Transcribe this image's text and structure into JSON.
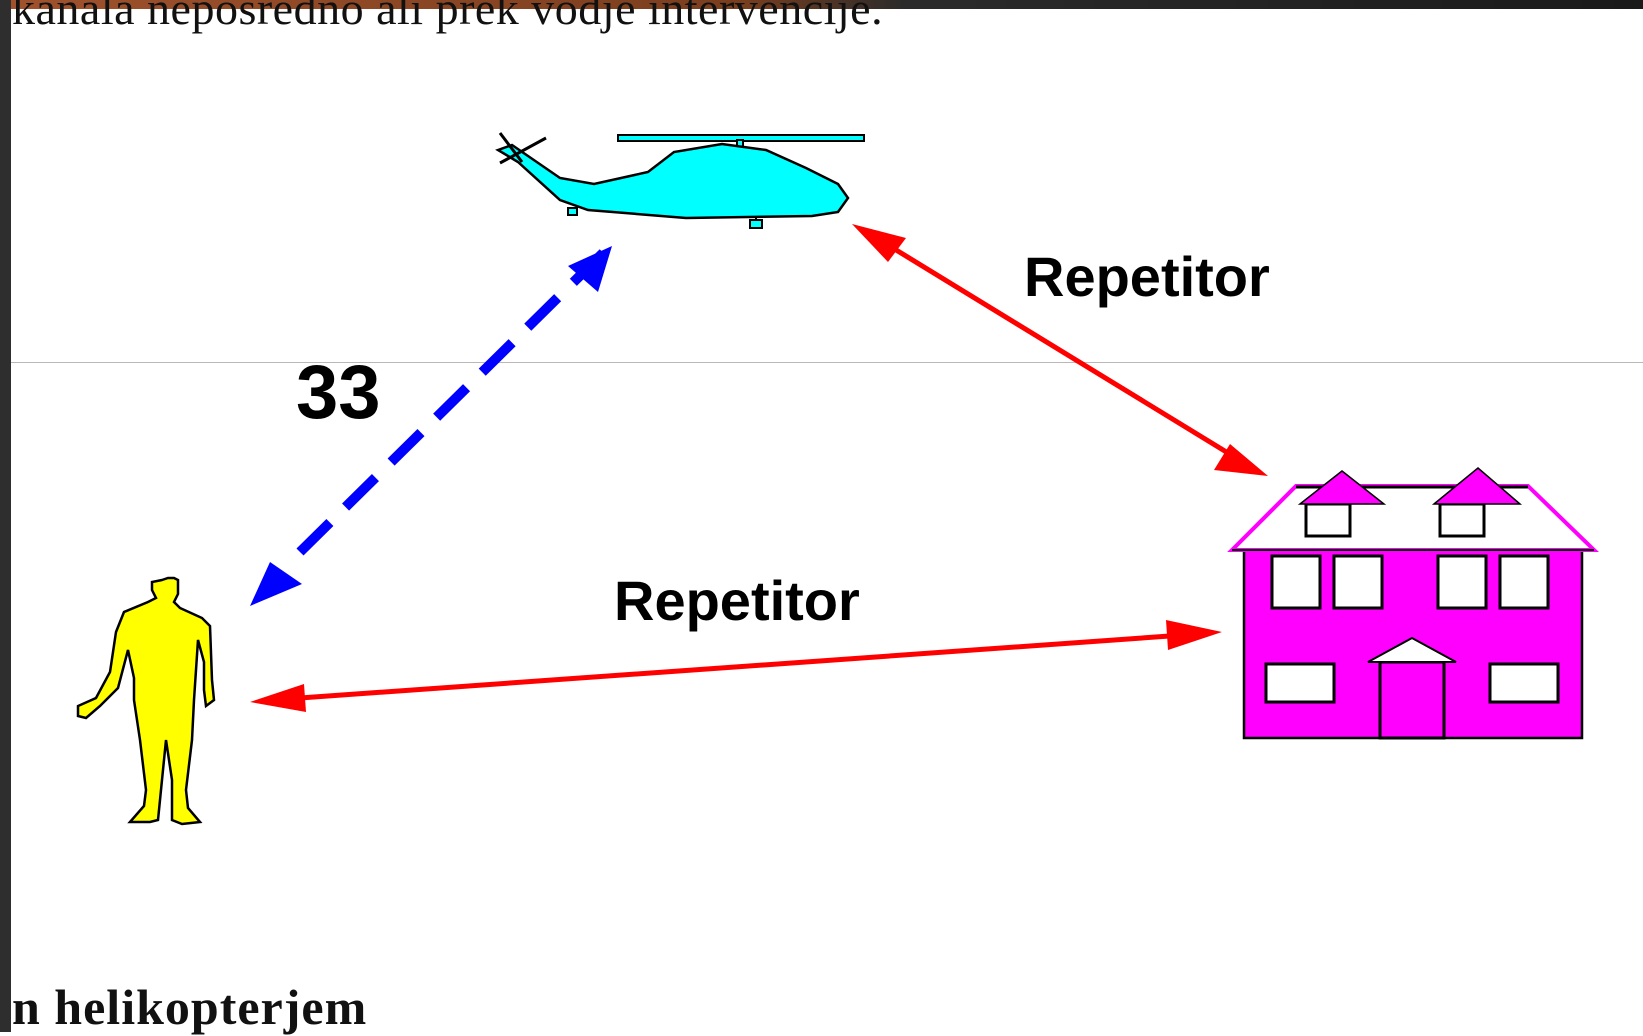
{
  "page": {
    "header_text": "kanala neposredno ali prek vodje intervencije.",
    "footer_text": "n helikopterjem"
  },
  "diagram": {
    "channel_label": "33",
    "repeater_label_top": "Repetitor",
    "repeater_label_bottom": "Repetitor"
  },
  "colors": {
    "helicopter": "#00ffff",
    "person": "#ffff00",
    "building": "#ff00ff",
    "direct_link": "#0000ff",
    "repeater_link": "#ff0000"
  }
}
